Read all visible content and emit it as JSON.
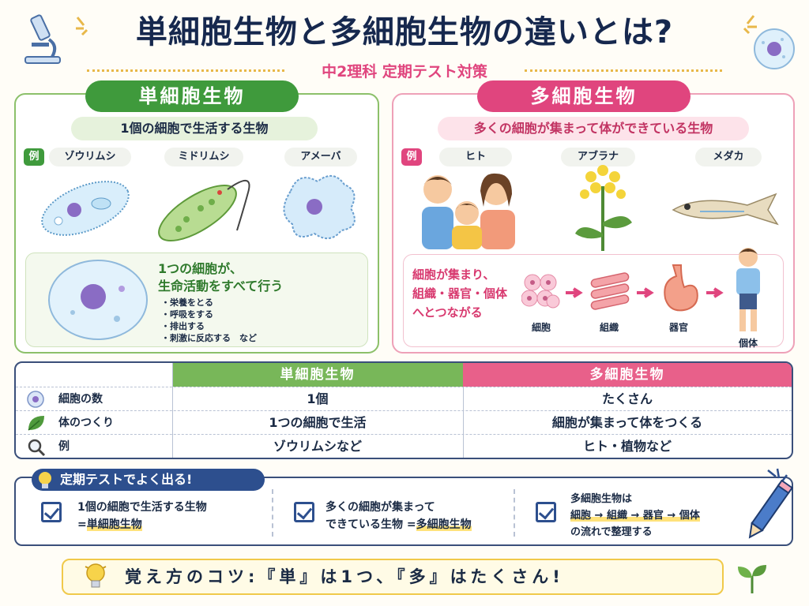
{
  "header": {
    "title": "単細胞生物と多細胞生物の違いとは?",
    "subtitle": "中2理科 定期テスト対策"
  },
  "uni": {
    "label": "単細胞生物",
    "desc": "1個の細胞で生活する生物",
    "tag": "例",
    "examples": [
      "ゾウリムシ",
      "ミドリムシ",
      "アメーバ"
    ],
    "note_title_1": "1つの細胞が、",
    "note_title_2": "生命活動をすべて行う",
    "activities": [
      "・栄養をとる",
      "・呼吸をする",
      "・排出する",
      "・刺激に反応する　など"
    ]
  },
  "multi": {
    "label": "多細胞生物",
    "desc": "多くの細胞が集まって体ができている生物",
    "tag": "例",
    "examples": [
      "ヒト",
      "アブラナ",
      "メダカ"
    ],
    "flow_text_1": "細胞が集まり、",
    "flow_text_2": "組織・器官・個体",
    "flow_text_3": "へとつながる",
    "flow_steps": [
      "細胞",
      "組織",
      "器官",
      "個体"
    ]
  },
  "table": {
    "headers": [
      "単細胞生物",
      "多細胞生物"
    ],
    "rows": [
      {
        "label": "細胞の数",
        "uni": "1個",
        "multi": "たくさん"
      },
      {
        "label": "体のつくり",
        "uni": "1つの細胞で生活",
        "multi": "細胞が集まって体をつくる"
      },
      {
        "label": "例",
        "uni": "ゾウリムシなど",
        "multi": "ヒト・植物など"
      }
    ]
  },
  "test": {
    "title": "定期テストでよく出る!",
    "items": [
      {
        "line1": "1個の細胞で生活する生物",
        "line2a": "=",
        "line2b": "単細胞生物"
      },
      {
        "line1": "多くの細胞が集まって",
        "line2a": "できている生物 =",
        "line2b": "多細胞生物"
      },
      {
        "line1": "多細胞生物は",
        "line2b": "細胞 → 組織 → 器官 → 個体",
        "line3": "の流れで整理する"
      }
    ]
  },
  "tip": {
    "text": "覚え方のコツ:『単』は1つ、『多』はたくさん!"
  },
  "colors": {
    "green": "#3f9a3c",
    "pink": "#e0457e",
    "navy": "#16284e",
    "thGreen": "#78b759",
    "thPink": "#e8608a"
  }
}
